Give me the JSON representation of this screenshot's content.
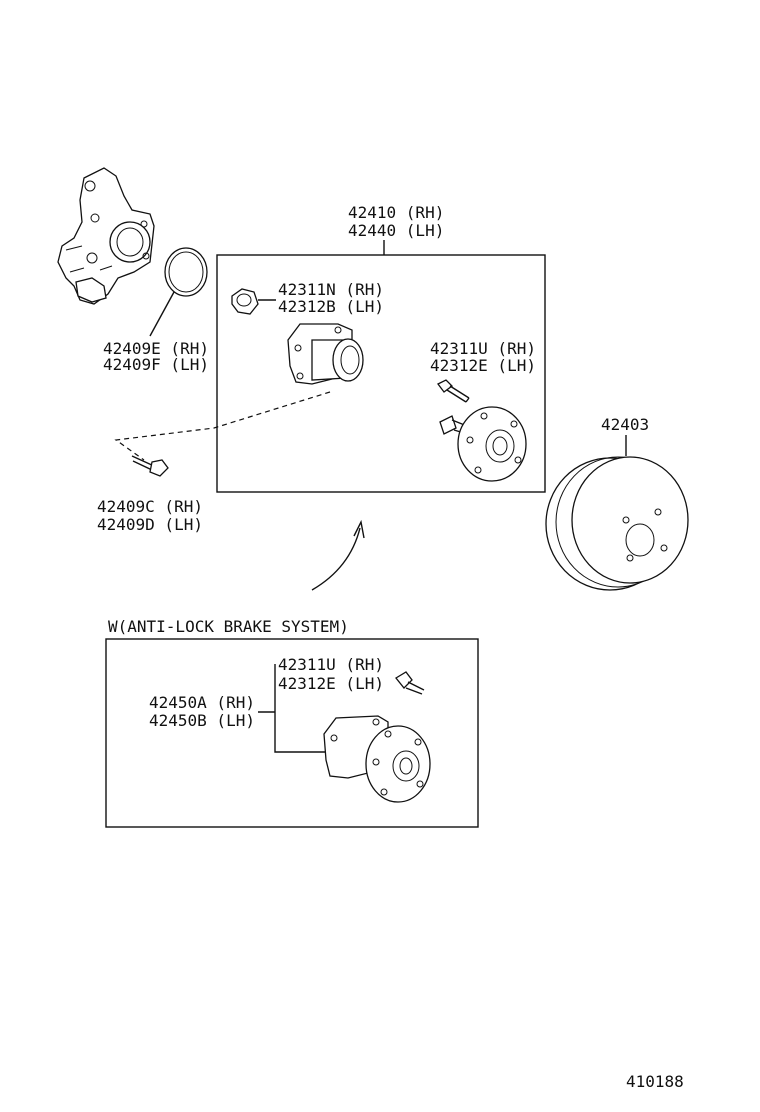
{
  "labels": {
    "hub_assy_rh": "42410 (RH)",
    "hub_assy_lh": "42440 (LH)",
    "nut_rh": "42311N (RH)",
    "nut_lh": "42312B (LH)",
    "bolt_rh": "42311U (RH)",
    "bolt_lh": "42312E (LH)",
    "oring_rh": "42409E (RH)",
    "oring_lh": "42409F (LH)",
    "mount_bolt_rh": "42409C (RH)",
    "mount_bolt_lh": "42409D (LH)",
    "drum": "42403",
    "abs_title": "W(ANTI-LOCK BRAKE SYSTEM)",
    "abs_bolt_rh": "42311U (RH)",
    "abs_bolt_lh": "42312E (LH)",
    "abs_hub_rh": "42450A (RH)",
    "abs_hub_lh": "42450B (LH)",
    "diagram_no": "410188"
  },
  "icons": [
    "knuckle-icon",
    "o-ring-icon",
    "hub-nut-icon",
    "bearing-housing-icon",
    "hub-bolt-icon",
    "axle-hub-icon",
    "mount-bolt-icon",
    "brake-drum-icon",
    "arrow-icon"
  ]
}
